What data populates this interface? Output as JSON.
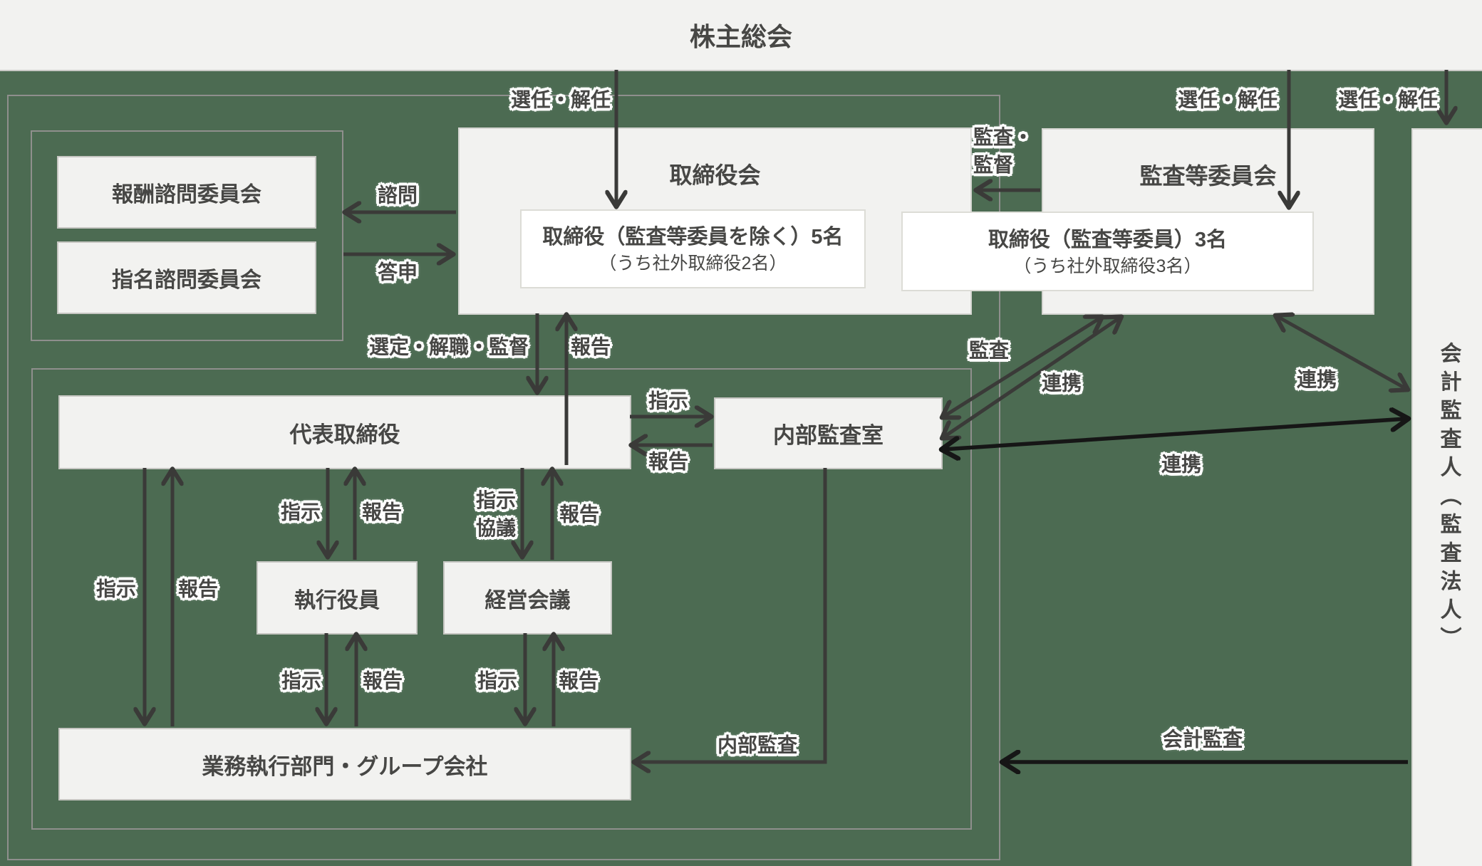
{
  "colors": {
    "background_green": "#4c6b52",
    "panel_bg": "#f2f2f0",
    "inner_box_bg": "#ffffff",
    "arrow_dark": "#3a3a38",
    "arrow_black": "#161616",
    "text_dark": "#474745"
  },
  "top_bar": {
    "title": "株主総会"
  },
  "boxes": {
    "compensation_committee": "報酬諮問委員会",
    "nomination_committee": "指名諮問委員会",
    "board": "取締役会",
    "board_members_main": "取締役（監査等委員を除く）5名",
    "board_members_sub": "（うち社外取締役2名）",
    "audit_committee": "監査等委員会",
    "audit_members_main": "取締役（監査等委員）3名",
    "audit_members_sub": "（うち社外取締役3名）",
    "representative_director": "代表取締役",
    "internal_audit_office": "内部監査室",
    "executive_officers": "執行役員",
    "management_meeting": "経営会議",
    "operating_divisions": "業務執行部門・グループ会社",
    "accounting_auditor": "会計監査人（監査法人）"
  },
  "labels": {
    "appoint_dismiss_board": "選任・解任",
    "appoint_dismiss_audit": "選任・解任",
    "appoint_dismiss_accounting": "選任・解任",
    "consultation": "諮問",
    "report_back": "答申",
    "audit_supervision_l1": "監査・",
    "audit_supervision_l2": "監督",
    "select_dismiss_supervise": "選定・解職・監督",
    "report_to_board": "報告",
    "instruct_internal_audit": "指示",
    "report_from_internal_audit": "報告",
    "audit_diagonal": "監査",
    "cooperation_diagonal": "連携",
    "cooperation_right": "連携",
    "cooperation_long": "連携",
    "instruct_exec_top": "指示",
    "report_exec_top": "報告",
    "instruct_mgmt_l1": "指示",
    "instruct_mgmt_l2": "協議",
    "report_mgmt_top": "報告",
    "instruct_left": "指示",
    "report_left": "報告",
    "instruct_exec_bottom": "指示",
    "report_exec_bottom": "報告",
    "instruct_mgmt_bottom": "指示",
    "report_mgmt_bottom": "報告",
    "internal_audit": "内部監査",
    "accounting_audit": "会計監査"
  }
}
